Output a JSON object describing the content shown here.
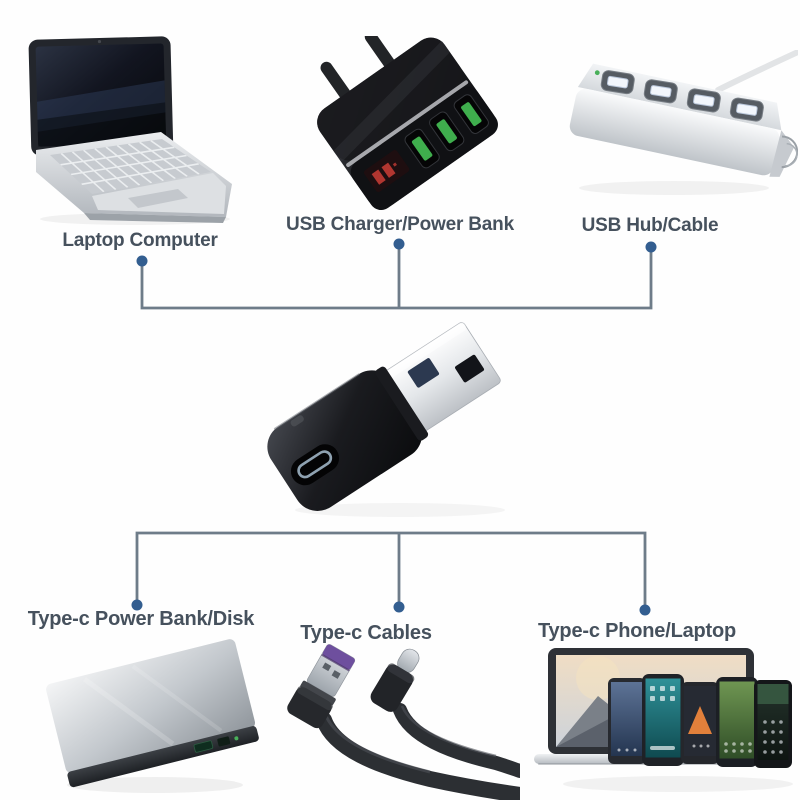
{
  "colors": {
    "background": "#fefefe",
    "label_text": "#46515d",
    "connector_line": "#6e7c89",
    "connector_dot": "#335e90",
    "charger_port_green": "#3fae4d",
    "charger_display_red": "#c23b34",
    "cable_tip_purple": "#6e4f9e",
    "hub_led_green": "#49b05a"
  },
  "devices": {
    "top": [
      {
        "id": "laptop",
        "label": "Laptop Computer"
      },
      {
        "id": "charger",
        "label": "USB Charger/Power Bank"
      },
      {
        "id": "hub",
        "label": "USB Hub/Cable"
      }
    ],
    "bottom": [
      {
        "id": "powerbank",
        "label": "Type-c Power Bank/Disk"
      },
      {
        "id": "cables",
        "label": "Type-c Cables"
      },
      {
        "id": "phones",
        "label": "Type-c Phone/Laptop"
      }
    ]
  }
}
